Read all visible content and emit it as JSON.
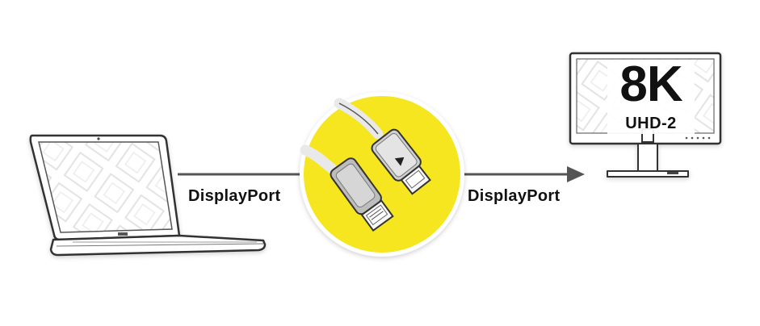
{
  "diagram": {
    "source_device": "laptop",
    "target_device": "monitor",
    "left_connection_label": "DisplayPort",
    "right_connection_label": "DisplayPort",
    "monitor_resolution": "8K",
    "monitor_resolution_sub": "UHD-2",
    "colors": {
      "highlight_circle": "#f5e61f",
      "arrow": "#555555",
      "outline": "#333333"
    },
    "icons": [
      "laptop-icon",
      "displayport-cable-icon",
      "monitor-icon",
      "arrow-right-icon"
    ]
  }
}
